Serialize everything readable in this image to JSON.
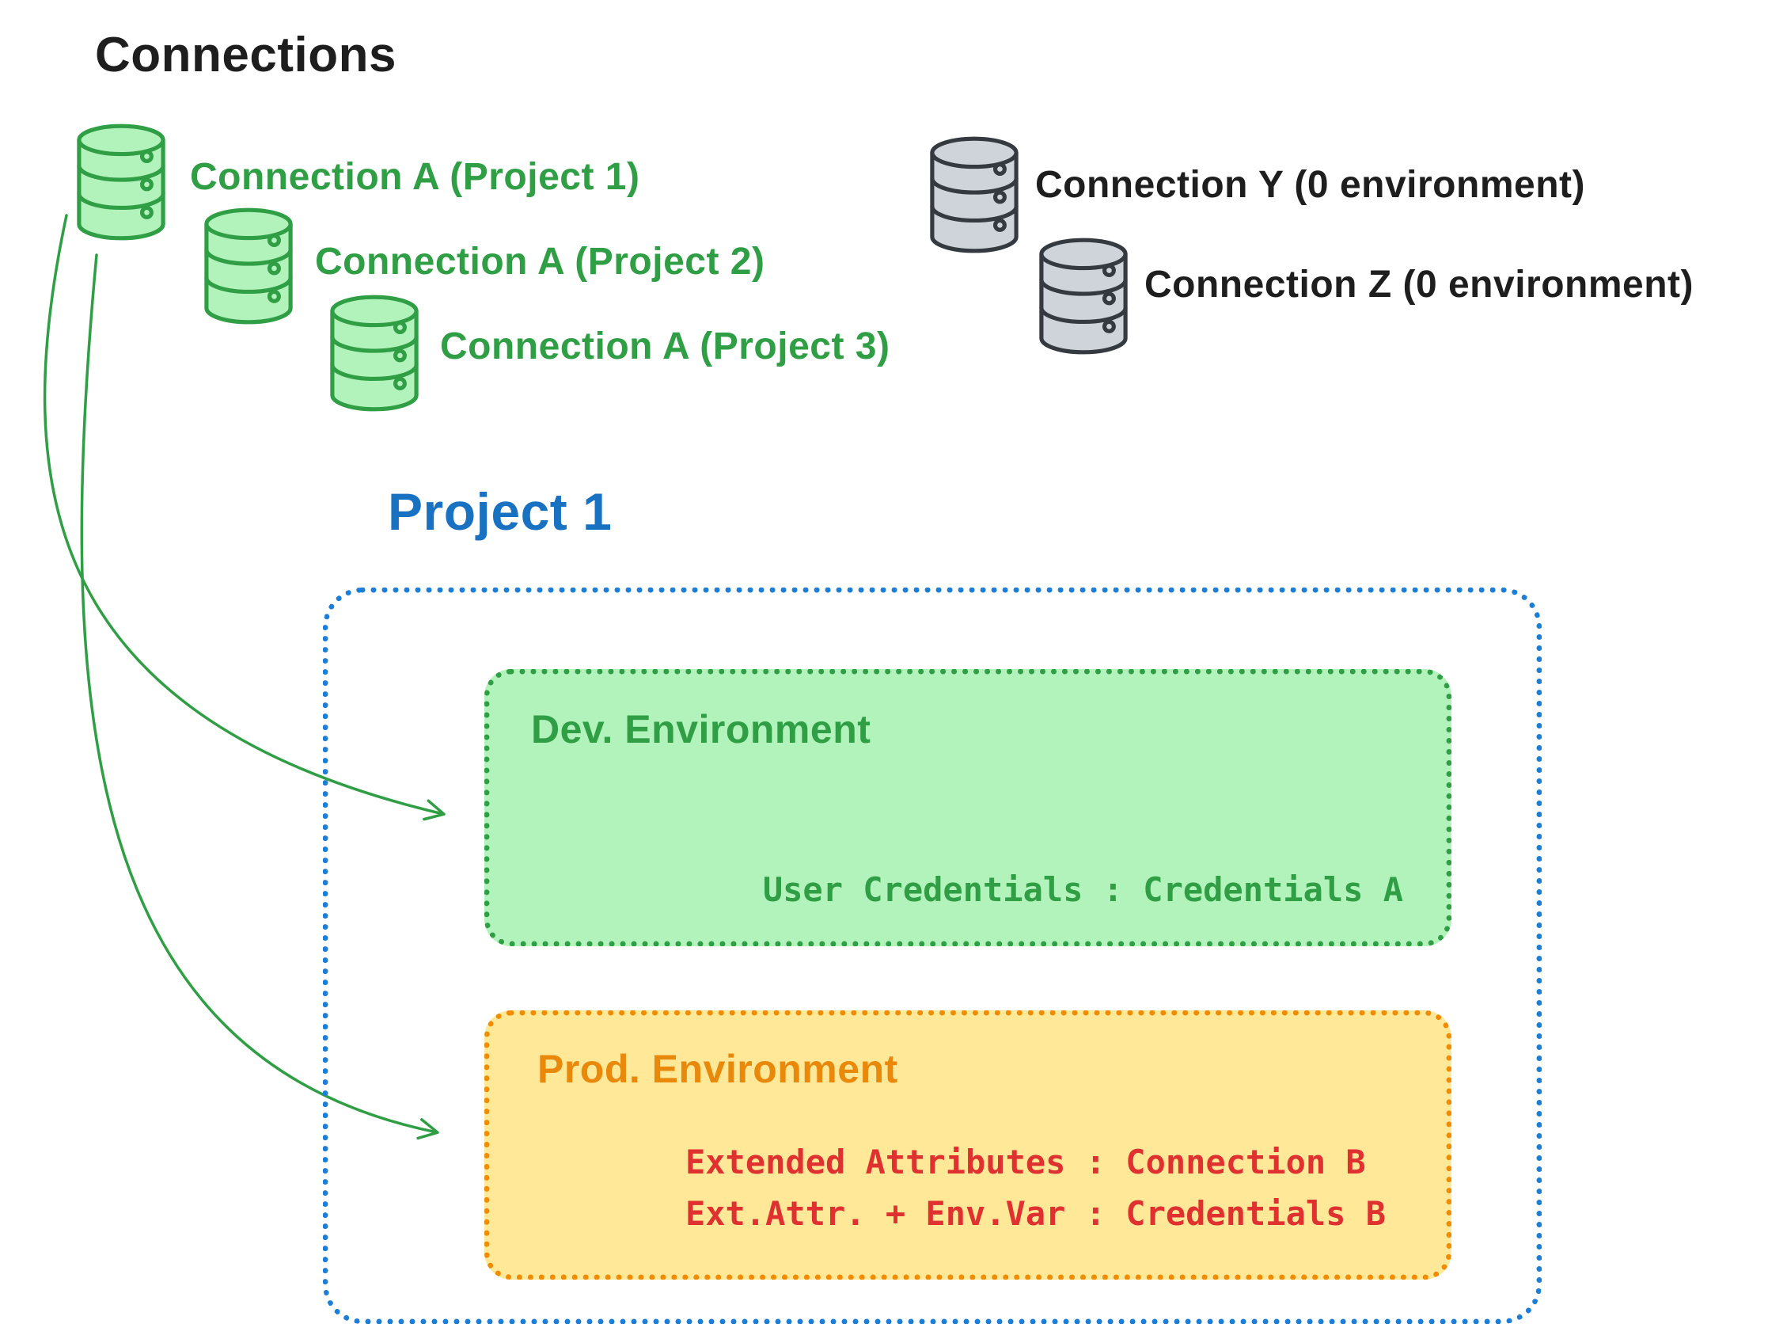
{
  "title": "Connections",
  "connections": {
    "green": [
      {
        "label": "Connection A (Project 1)"
      },
      {
        "label": "Connection A (Project 2)"
      },
      {
        "label": "Connection A (Project 3)"
      }
    ],
    "gray": [
      {
        "label": "Connection Y (0 environment)"
      },
      {
        "label": "Connection Z (0 environment)"
      }
    ]
  },
  "project": {
    "title": "Project 1",
    "dev_environment": {
      "title": "Dev. Environment",
      "credentials_line": "User Credentials : Credentials A"
    },
    "prod_environment": {
      "title": "Prod. Environment",
      "attr_line_1": "Extended Attributes : Connection B",
      "attr_line_2": "Ext.Attr. + Env.Var : Credentials B"
    }
  },
  "colors": {
    "green_accent": "#2f9e44",
    "green_fill": "#b2f2bb",
    "gray_stroke": "#343a40",
    "gray_fill": "#ced4da",
    "blue_accent": "#1971c2",
    "orange_accent": "#f08c00",
    "orange_fill": "#ffe999",
    "red_text": "#e03131",
    "ink": "#1e1e1e"
  }
}
